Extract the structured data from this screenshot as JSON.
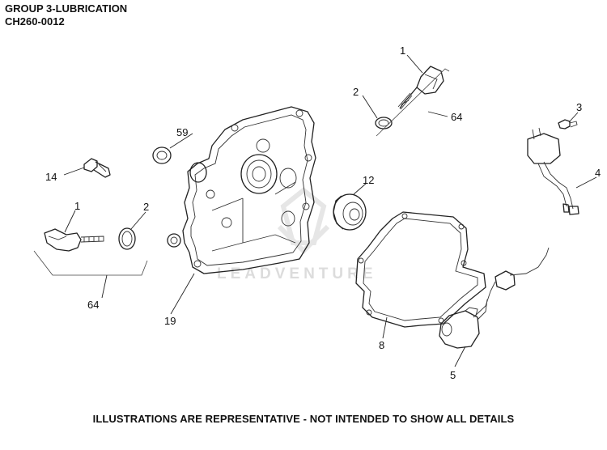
{
  "header": {
    "group_title": "GROUP 3-LUBRICATION",
    "model_code": "CH260-0012"
  },
  "footer": {
    "disclaimer": "ILLUSTRATIONS ARE REPRESENTATIVE - NOT INTENDED TO SHOW ALL DETAILS"
  },
  "watermark": {
    "text": "LEADVENTURE"
  },
  "callouts": {
    "oil_filler_cap_right": "1",
    "o_ring_right": "2",
    "screw_3": "3",
    "oil_sensor_4": "4",
    "oil_sensor_5": "5",
    "gasket_8": "8",
    "oil_seal_59": "59",
    "ball_bearing_12": "12",
    "bolt_14": "14",
    "crankcase_cover_19": "19",
    "oil_filler_cap_left": "1",
    "o_ring_left": "2",
    "assembly_64_right": "64",
    "assembly_64_left": "64"
  }
}
